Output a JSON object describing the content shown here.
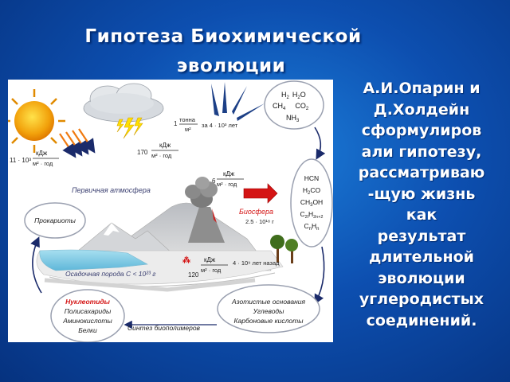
{
  "slide": {
    "title_line1": "Гипотеза Биохимической",
    "title_line2": "эволюции",
    "side_lines": [
      "А.И.Опарин и",
      "Д.Холдейн",
      "сформулиров",
      "али гипотезу,",
      "рассматриваю",
      "-щую жизнь",
      "как",
      "результат",
      "длительной",
      "эволюции",
      "углеродистых",
      "соединений."
    ]
  },
  "diagram": {
    "sun_energy": {
      "value": "11 · 10³",
      "unit_top": "кДж",
      "unit_bottom": "м² · год"
    },
    "storm_energy": {
      "value": "170",
      "unit_top": "кДж",
      "unit_bottom": "м² · год"
    },
    "mass_flux": {
      "value": "1",
      "unit_top": "тонна",
      "unit_bottom": "м²",
      "time": "за 4 · 10³ лет"
    },
    "atm_energy": {
      "value": "6",
      "unit_top": "кДж",
      "unit_bottom": "м² · год"
    },
    "volcano_energy": {
      "value": "120",
      "unit_top": "кДж",
      "unit_bottom": "м² · год",
      "time": "4 · 10⁹ лет назад"
    },
    "primary_atmosphere": "Первичная атмосфера",
    "biosphere": "Биосфера",
    "biosphere_mass": "2.5 · 10¹⁸ г",
    "sediment": "Осадочная порода C < 10²³ г",
    "prokaryotes": "Прокариоты",
    "gases": {
      "r1a": "H",
      "r1b": "2",
      "r1c": "H",
      "r1d": "2",
      "r1e": "O",
      "r2a": "CH",
      "r2b": "4",
      "r2c": "CO",
      "r2d": "2",
      "r3a": "NH",
      "r3b": "3"
    },
    "organics": {
      "l1": "HCN",
      "l2a": "H",
      "l2b": "2",
      "l2c": "CO",
      "l3a": "CH",
      "l3b": "3",
      "l3c": "OH",
      "l4a": "C",
      "l4b": "2l",
      "l4c": "H",
      "l4d": "2n+2",
      "l5a": "C",
      "l5b": "n",
      "l5c": "H",
      "l5d": "n"
    },
    "monomers": [
      "Азотистые основания",
      "Углеводы",
      "Карбоновые кислоты"
    ],
    "synthesis": "Синтез биополимеров",
    "polymers": [
      "Нуклеотиды",
      "Полисахариды",
      "Аминокислоты",
      "Белки"
    ]
  }
}
